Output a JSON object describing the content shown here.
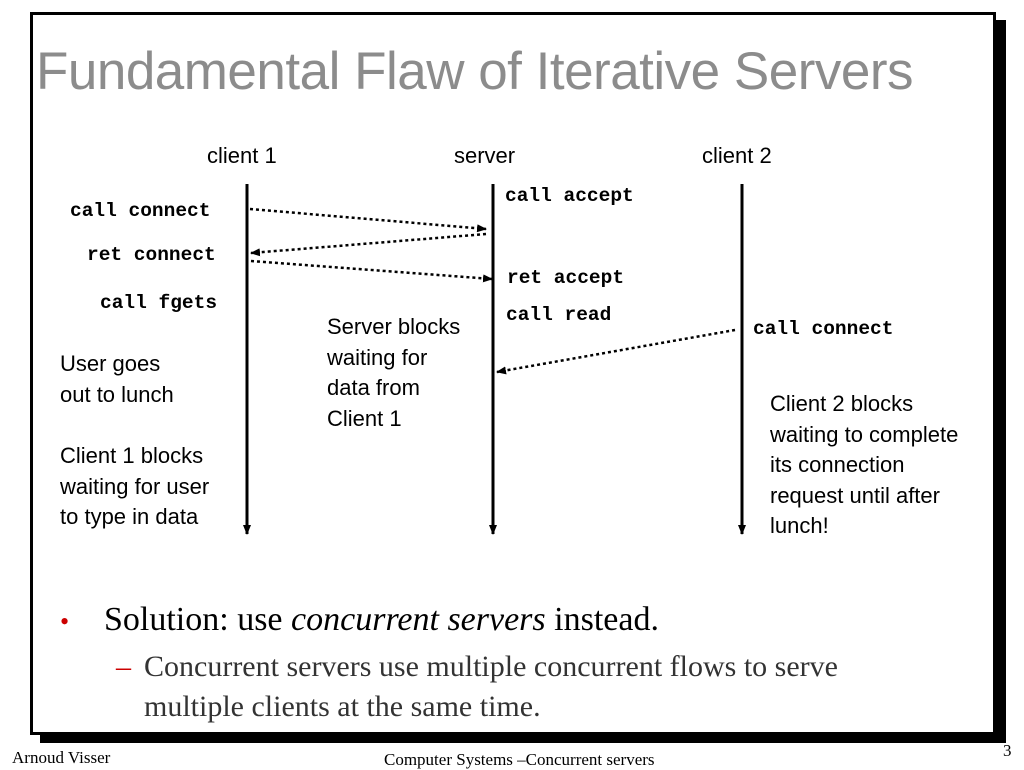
{
  "slide": {
    "title": "Fundamental Flaw of Iterative Servers",
    "page_number": "3"
  },
  "diagram": {
    "columns": {
      "client1": "client 1",
      "server": "server",
      "client2": "client 2"
    },
    "client1_calls": {
      "call_connect": "call connect",
      "ret_connect": "ret connect",
      "call_fgets": "call fgets"
    },
    "server_calls": {
      "call_accept": "call accept",
      "ret_accept": "ret accept",
      "call_read": "call read"
    },
    "client2_calls": {
      "call_connect": "call connect"
    },
    "notes": {
      "server_blocks": "Server blocks\nwaiting for\ndata from\nClient 1",
      "user_lunch": "User goes\nout to lunch",
      "client1_blocks": "Client 1 blocks\nwaiting for user\nto type in data",
      "client2_blocks": "Client 2 blocks\nwaiting to complete\nits connection\nrequest until after\nlunch!"
    }
  },
  "bullets": {
    "main_prefix": "Solution: use ",
    "main_emphasis": "concurrent servers",
    "main_suffix": " instead.",
    "sub": "Concurrent servers use multiple concurrent flows to serve\nmultiple clients at the same time.",
    "bullet_glyph": "•",
    "dash_glyph": "–"
  },
  "footer": {
    "author": "Arnoud Visser",
    "course": "Computer Systems –Concurrent servers"
  },
  "colors": {
    "title": "#8c8c8c",
    "bullet_marker": "#cc0000",
    "sub_text": "#333333"
  }
}
